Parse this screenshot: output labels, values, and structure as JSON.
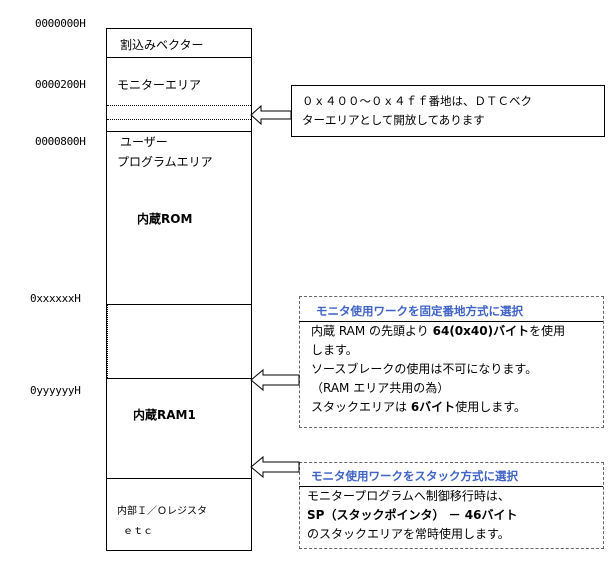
{
  "addresses": {
    "a0": "0000000H",
    "a200": "0000200H",
    "a800": "0000800H",
    "ax": "0xxxxxxH",
    "ay": "0yyyyyyH"
  },
  "memory": {
    "vector": "割込みベクター",
    "monitor": "モニターエリア",
    "user_line1": "ユーザー",
    "user_line2": "プログラムエリア",
    "rom": "内蔵ROM",
    "ram": "内蔵RAM1",
    "io_line1": "内部Ｉ／Ｏレジスタ",
    "io_line2": "ｅｔｃ"
  },
  "callout_dtc": {
    "line1": "０ｘ４００～０ｘ４ｆｆ番地は、ＤＴＣベク",
    "line2": "ターエリアとして開放してあります"
  },
  "fixed_box": {
    "title": "モニタ使用ワークを固定番地方式に選択",
    "l1a": "内蔵 RAM の先頭より ",
    "l1b": "64(0x40)バイト",
    "l1c": "を使用",
    "l2": "します。",
    "l3": "ソースブレークの使用は不可になります。",
    "l4": "（RAM エリア共用の為）",
    "l5a": "スタックエリアは ",
    "l5b": "6バイト",
    "l5c": "使用します。"
  },
  "stack_box": {
    "title": "モニタ使用ワークをスタック方式に選択",
    "l1": "モニタープログラムへ制御移行時は、",
    "l2": "SP（スタックポインタ） － 46バイト",
    "l3": "のスタックエリアを常時使用します。"
  },
  "colors": {
    "header_blue": "#3f63c6",
    "line": "#000000"
  }
}
